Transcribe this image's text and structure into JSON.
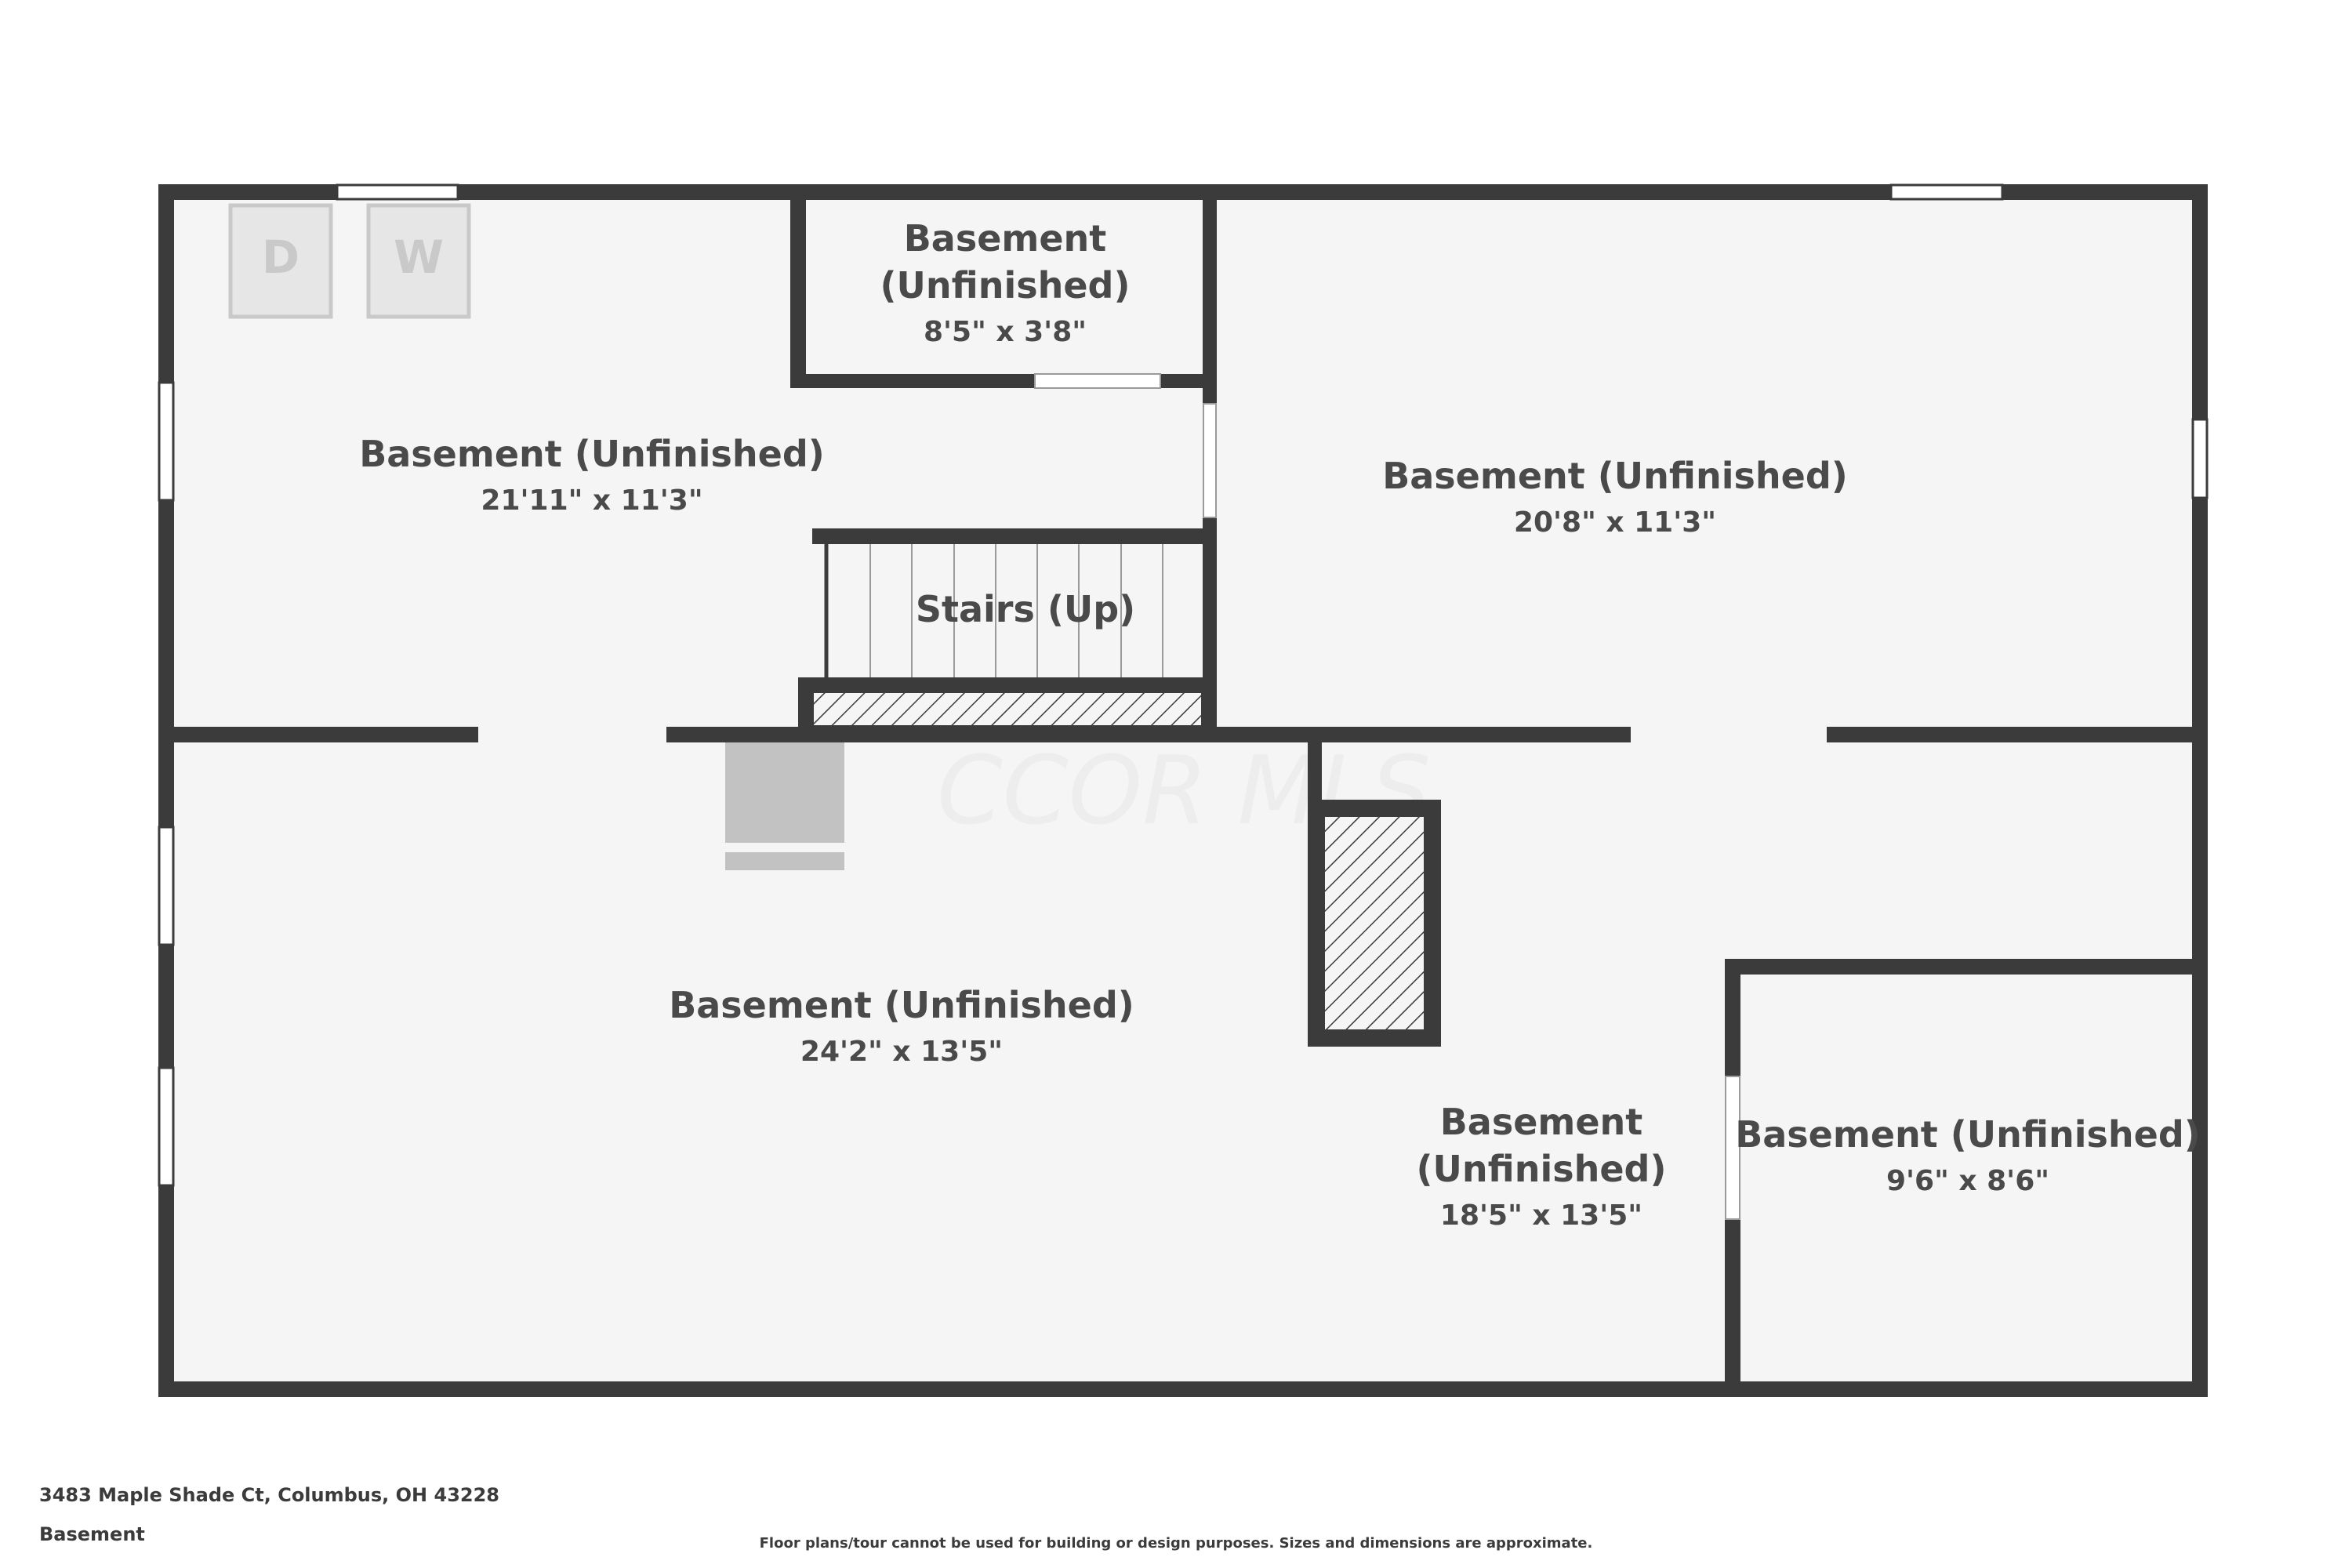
{
  "watermark": "CCOR MLS",
  "appliances": {
    "dryer": "D",
    "washer": "W"
  },
  "rooms": [
    {
      "name": "Basement (Unfinished)",
      "dims": "21'11\" x 11'3\""
    },
    {
      "name_line1": "Basement",
      "name_line2": "(Unfinished)",
      "dims": "8'5\" x 3'8\""
    },
    {
      "name": "Basement (Unfinished)",
      "dims": "20'8\" x 11'3\""
    },
    {
      "name": "Stairs (Up)"
    },
    {
      "name": "Basement (Unfinished)",
      "dims": "24'2\" x 13'5\""
    },
    {
      "name_line1": "Basement",
      "name_line2": "(Unfinished)",
      "dims": "18'5\" x 13'5\""
    },
    {
      "name": "Basement (Unfinished)",
      "dims": "9'6\" x 8'6\""
    }
  ],
  "footer": {
    "address": "3483 Maple Shade Ct, Columbus, OH 43228",
    "floor": "Basement",
    "disclaimer": "Floor plans/tour cannot be used for building or design purposes. Sizes and dimensions are approximate."
  },
  "colors": {
    "wall": "#3b3b3b",
    "floor": "#f5f5f5",
    "appliance": "#c9c9c9"
  }
}
